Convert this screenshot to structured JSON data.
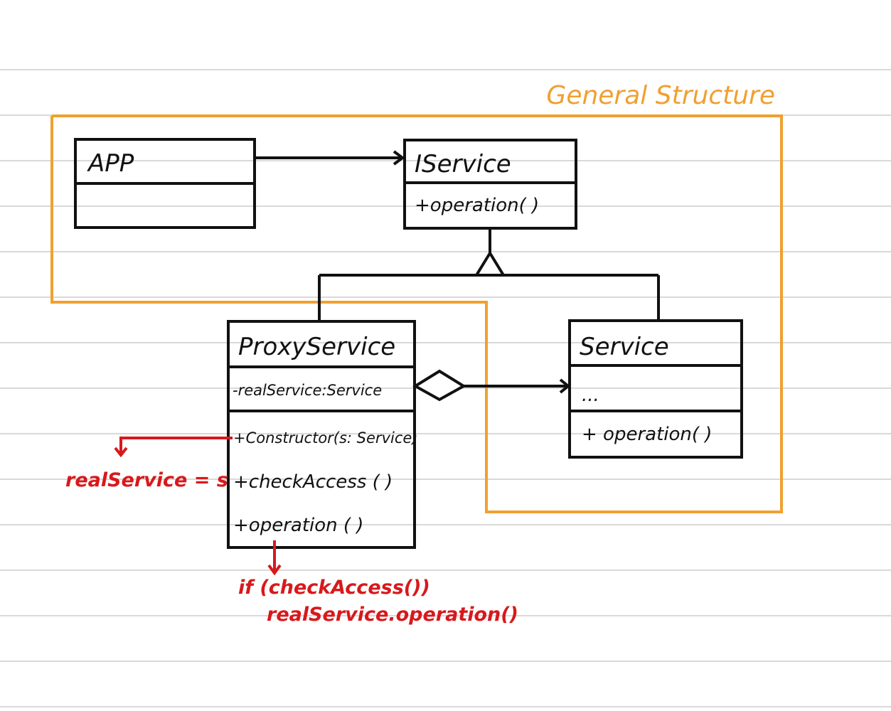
{
  "title": "General Structure",
  "colors": {
    "ink": "#111111",
    "frame": "#f0a030",
    "note": "#d7191c",
    "ruled_line": "#d9d9d9"
  },
  "classes": {
    "app": {
      "name": "APP",
      "members": []
    },
    "iservice": {
      "name": "IService",
      "members": [
        "+operation( )"
      ]
    },
    "proxy": {
      "name": "ProxyService",
      "fields": [
        "-realService:Service"
      ],
      "methods": [
        "+Constructor(s: Service)",
        "+checkAccess ( )",
        "+operation ( )"
      ]
    },
    "service": {
      "name": "Service",
      "fields": [
        "..."
      ],
      "methods": [
        "+ operation( )"
      ]
    }
  },
  "notes": {
    "constructor": "realService = s",
    "operation_line1": "if (checkAccess())",
    "operation_line2": "realService.operation()"
  }
}
